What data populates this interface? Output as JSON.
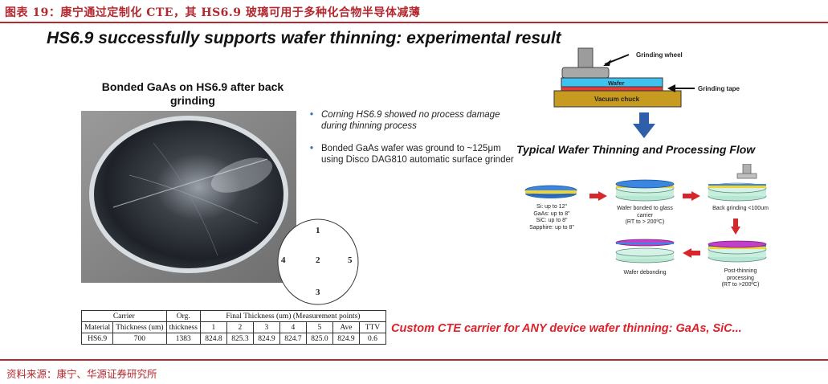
{
  "caption": "图表 19：康宁通过定制化 CTE，其 HS6.9 玻璃可用于多种化合物半导体减薄",
  "source": "资料来源：康宁、华源证券研究所",
  "slide": {
    "title": "HS6.9 successfully supports wafer thinning: experimental result",
    "photo_caption": "Bonded GaAs on HS6.9 after back grinding",
    "bullets": [
      "Corning HS6.9 showed no process damage during thinning process",
      "Bonded GaAs wafer was ground to ~125μm using Disco DAG810 automatic surface grinder"
    ],
    "points": [
      "1",
      "2",
      "3",
      "4",
      "5"
    ],
    "table": {
      "header1": [
        "Carrier",
        "Org.",
        "Final Thickness (um) (Measurement points)"
      ],
      "header2": [
        "Material",
        "Thickness (um)",
        "thickness",
        "1",
        "2",
        "3",
        "4",
        "5",
        "Ave",
        "TTV"
      ],
      "row": [
        "HS6.9",
        "700",
        "1383",
        "824.8",
        "825.3",
        "824.9",
        "824.7",
        "825.0",
        "824.9",
        "0.6"
      ]
    },
    "diagram": {
      "grinding_wheel": "Grinding wheel",
      "wafer": "Wafer",
      "grinding_tape": "Grinding tape",
      "vacuum_chuck": "Vacuum chuck"
    },
    "flow_title": "Typical Wafer Thinning and Processing Flow",
    "flow": {
      "step1": [
        "Si: up to 12\"",
        "GaAs: up to 8\"",
        "SiC: up to 8\"",
        "Sapphire: up to 8\""
      ],
      "step2": [
        "Wafer bonded to glass",
        "carrier",
        "(RT to > 200ºC)"
      ],
      "step3": [
        "Back grinding <100um"
      ],
      "step4": [
        "Post-thinning",
        "processing",
        "(RT to >200ºC)"
      ],
      "step5": [
        "Wafer debonding"
      ]
    },
    "custom_text": "Custom CTE carrier for ANY device wafer thinning: GaAs, SiC..."
  },
  "colors": {
    "accent": "#b4282f",
    "highlight": "#e0202a",
    "arrow_blue": "#2e5fa8",
    "arrow_red": "#d9262b"
  }
}
